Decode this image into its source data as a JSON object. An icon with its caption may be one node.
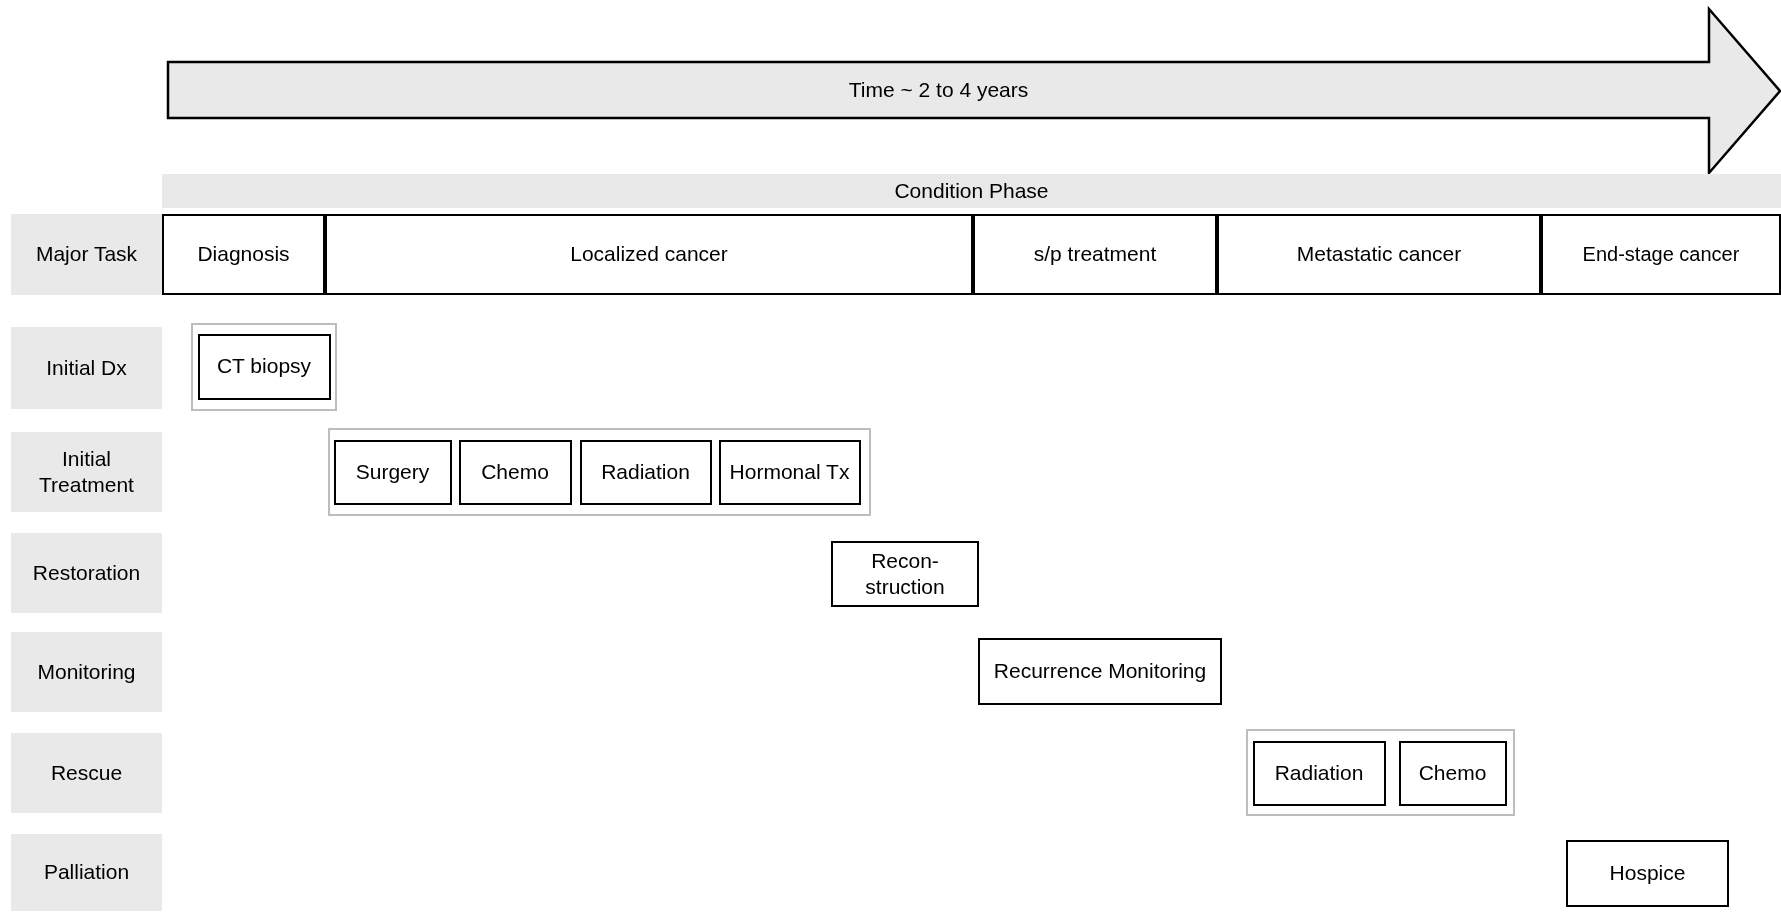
{
  "diagram": {
    "nodes": [
      {
        "text": [
          "Time ~ 2 to 4 years"
        ]
      },
      {
        "text": [
          "Condition Phase"
        ]
      },
      {
        "text": [
          "Major Task"
        ]
      },
      {
        "text": [
          "Diagnosis"
        ]
      },
      {
        "text": [
          "Localized cancer"
        ]
      },
      {
        "text": [
          "s/p treatment"
        ]
      },
      {
        "text": [
          "Metastatic cancer"
        ]
      },
      {
        "text": [
          "End-stage cancer"
        ]
      },
      {
        "text": [
          "Initial Dx"
        ]
      },
      {
        "text": [],
        "shape": "box"
      },
      {
        "text": [
          "CT biopsy"
        ],
        "in": 9
      },
      {
        "text": [
          "Initial Treatment"
        ]
      },
      {
        "text": [],
        "shape": "box"
      },
      {
        "text": [
          "Surgery"
        ],
        "in": 12
      },
      {
        "text": [
          "Chemo"
        ],
        "in": 12
      },
      {
        "text": [
          "Radiation"
        ],
        "in": 12
      },
      {
        "text": [
          "Hormonal Tx"
        ],
        "in": 12
      },
      {
        "text": [
          "Restoration"
        ]
      },
      {
        "text": [
          "Recon-struction"
        ]
      },
      {
        "text": [
          "Monitoring"
        ]
      },
      {
        "text": [
          "Recurrence Monitoring"
        ]
      },
      {
        "text": [
          "Rescue"
        ]
      },
      {
        "text": [],
        "shape": "box"
      },
      {
        "text": [
          "Radiation"
        ],
        "in": 22
      },
      {
        "text": [
          "Chemo"
        ],
        "in": 22
      },
      {
        "text": [
          "Palliation"
        ]
      },
      {
        "text": [
          "Hospice"
        ]
      }
    ]
  }
}
